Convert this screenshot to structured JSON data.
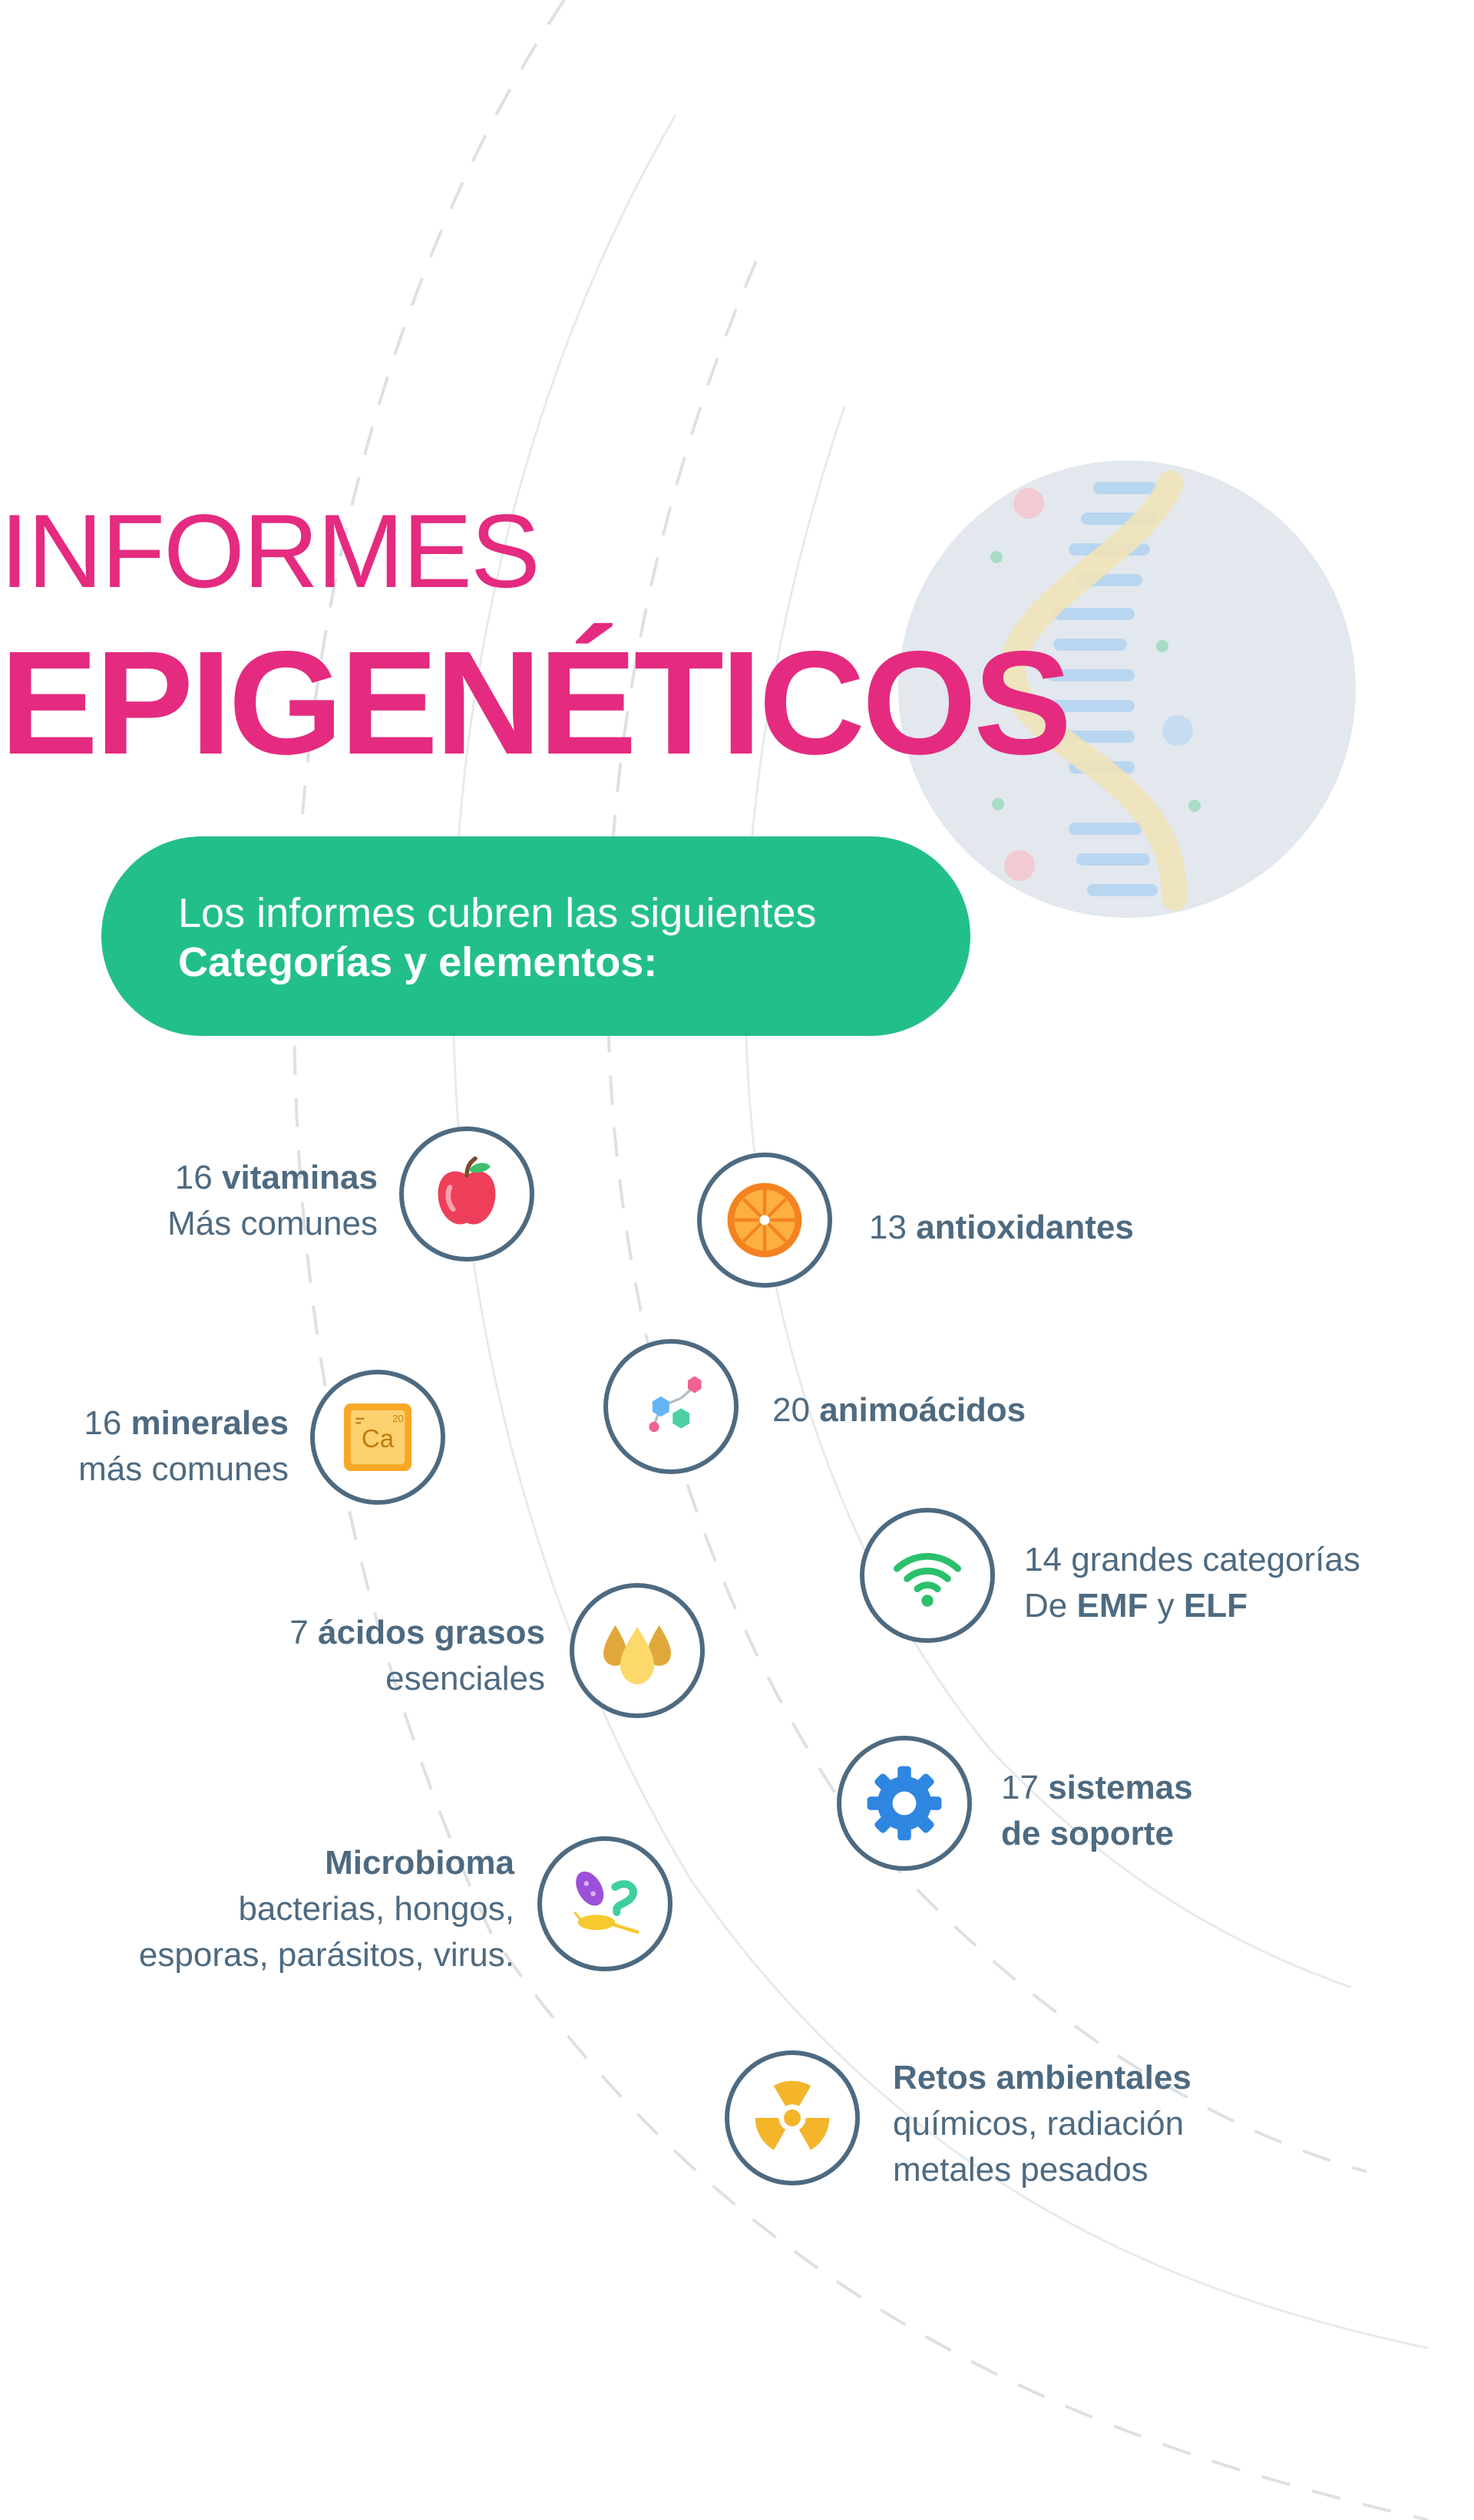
{
  "title": {
    "line1": "INFORMES",
    "line2": "EPIGENÉTICOS"
  },
  "banner": {
    "line1": "Los informes cubren las siguientes",
    "line2": "Categorías y elementos:"
  },
  "colors": {
    "accent": "#e42b7f",
    "banner": "#23bf89",
    "text": "#4e6a80"
  },
  "items": {
    "vitaminas": {
      "num": "16",
      "bold": "vitaminas",
      "line2": "Más comunes",
      "icon": "apple-icon"
    },
    "antioxidantes": {
      "num": "13",
      "bold": "antioxidantes",
      "icon": "orange-slice-icon"
    },
    "minerales": {
      "num": "16",
      "bold": "minerales",
      "line2": "más comunes",
      "icon": "calcium-element-icon"
    },
    "aminoacidos": {
      "num": "20",
      "bold": "animoácidos",
      "icon": "molecule-icon"
    },
    "emf": {
      "num": "14",
      "line1_rest": "grandes categorías",
      "pre": "De",
      "b1": "EMF",
      "mid": "y",
      "b2": "ELF",
      "icon": "wifi-icon"
    },
    "acidos": {
      "num": "7",
      "bold": "ácidos grasos",
      "line2": "esenciales",
      "icon": "oil-drops-icon"
    },
    "sistemas": {
      "num": "17",
      "bold1": "sistemas",
      "bold2": "de soporte",
      "icon": "gear-icon"
    },
    "microbioma": {
      "bold": "Microbioma",
      "line2": "bacterias, hongos,",
      "line3": "esporas, parásitos, virus.",
      "icon": "microbes-icon"
    },
    "retos": {
      "bold": "Retos ambientales",
      "line2": "químicos, radiación",
      "line3": "metales pesados",
      "icon": "radiation-icon"
    }
  }
}
